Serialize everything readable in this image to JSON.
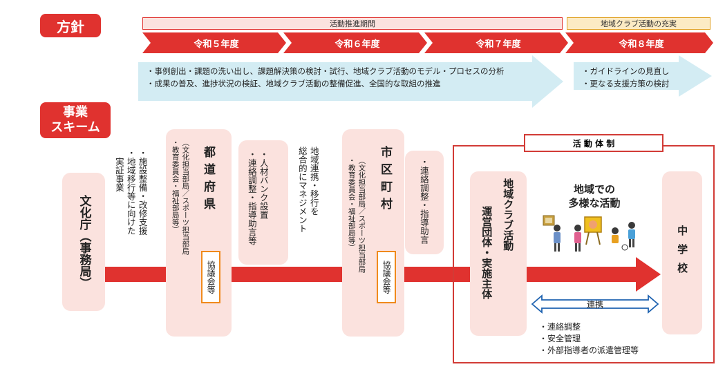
{
  "colors": {
    "red": "#e0322f",
    "pink": "#fbe2de",
    "blue_arrow": "#d3ecf3",
    "orange": "#f08a1c",
    "link_blue": "#1e62b0"
  },
  "policy": {
    "label": "方針",
    "period_promotion": "活動推進期間",
    "period_enrichment": "地域クラブ活動の充実",
    "years": [
      "令和５年度",
      "令和６年度",
      "令和７年度",
      "令和８年度"
    ],
    "bullets_main": [
      "・事例創出・課題の洗い出し、課題解決策の検討・試行、地域クラブ活動のモデル・プロセスの分析",
      "・成果の普及、進捗状況の検証、地域クラブ活動の整備促進、全国的な取組の推進"
    ],
    "bullets_side": [
      "・ガイドラインの見直し",
      "・更なる支援方策の検討"
    ]
  },
  "scheme": {
    "label_line1": "事業",
    "label_line2": "スキーム",
    "bunkacho": "文化庁（事務局）",
    "bunkacho_support": [
      "・施設整備・改修支援",
      "・地域移行等に向けた",
      "　実証事業"
    ],
    "prefecture_name": "都道府県",
    "prefecture_depts": [
      "（文化担当部局／スポーツ担当部局",
      "・教育委員会・福祉部局等）"
    ],
    "prefecture_council": "協議会等",
    "prefecture_support": [
      "・人材バンク設置",
      "・連絡調整・指導助言等"
    ],
    "prefecture_manage": [
      "地域連携・移行を",
      "総合的にマネジメント"
    ],
    "city_name": "市区町村",
    "city_depts": [
      "（文化担当部局／スポーツ担当部局",
      "・教育委員会・福祉部局等）"
    ],
    "city_council": "協議会等",
    "city_support": [
      "・連絡調整・指導助言"
    ],
    "system_title": "活 動 体 制",
    "club_line1": "地域クラブ活動",
    "club_line2": "運営団体・実施主体",
    "activities_line1": "地域での",
    "activities_line2": "多様な活動",
    "school": "中学校",
    "cooperation": "連携",
    "club_tasks": [
      "・連絡調整",
      "・安全管理",
      "・外部指導者の派遣管理等"
    ]
  }
}
